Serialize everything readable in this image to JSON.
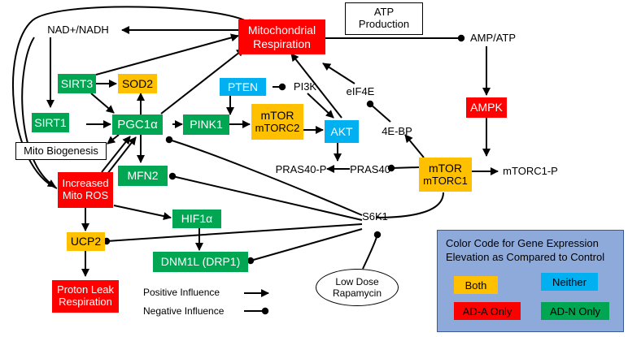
{
  "colors": {
    "both": "#ffc000",
    "neither": "#00b0f0",
    "ad_a_only": "#ff0000",
    "ad_n_only": "#00a651",
    "legend_bg": "#8eaadb"
  },
  "nodes": {
    "mito_resp": "Mitochondrial\nRespiration",
    "atp_production": "ATP\nProduction",
    "nad": "NAD+/NADH",
    "amp_atp": "AMP/ATP",
    "sirt3": "SIRT3",
    "sod2": "SOD2",
    "sirt1": "SIRT1",
    "pgc1a": "PGC1α",
    "pink1": "PINK1",
    "pten": "PTEN",
    "pi3k": "PI3K",
    "mtorc2_top": "mTOR",
    "mtorc2_bottom": "mTORC2",
    "akt": "AKT",
    "eif4e": "eIF4E",
    "fourebp": "4E-BP",
    "ampk": "AMPK",
    "mito_bio": "Mito Biogenesis",
    "mfn2": "MFN2",
    "mito_ros": "Increased\nMito ROS",
    "pras40p": "PRAS40-P",
    "pras40": "PRAS40",
    "mtorc1_top": "mTOR",
    "mtorc1_bottom": "mTORC1",
    "mtorc1p": "mTORC1-P",
    "hif1a": "HIF1α",
    "s6k1": "S6K1",
    "ucp2": "UCP2",
    "dnm1l": "DNM1L (DRP1)",
    "rapamycin": "Low Dose\nRapamycin",
    "proton_leak": "Proton Leak\nRespiration"
  },
  "key": {
    "positive": "Positive Influence",
    "negative": "Negative Influence"
  },
  "legend": {
    "title": "Color Code for Gene Expression Elevation as Compared to Control",
    "both": "Both",
    "neither": "Neither",
    "ad_a_only": "AD-A Only",
    "ad_n_only": "AD-N Only"
  }
}
